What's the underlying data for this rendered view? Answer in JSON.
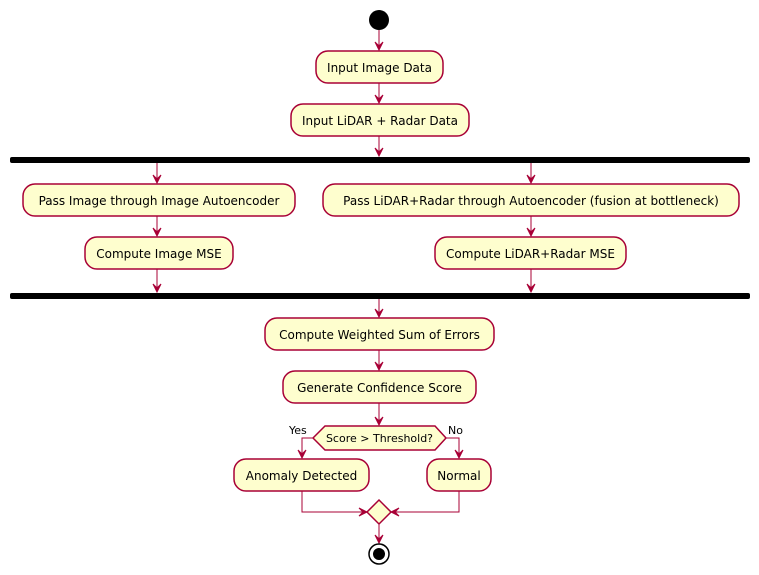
{
  "diagram": {
    "nodes": {
      "input_image": "Input Image Data",
      "input_lidar_radar": "Input LiDAR + Radar Data",
      "pass_image": "Pass Image through Image Autoencoder",
      "pass_lidar_radar": "Pass LiDAR+Radar through Autoencoder (fusion at bottleneck)",
      "image_mse": "Compute Image MSE",
      "lidar_radar_mse": "Compute LiDAR+Radar MSE",
      "weighted_sum": "Compute Weighted Sum of Errors",
      "confidence": "Generate Confidence Score",
      "decision": "Score > Threshold?",
      "anomaly": "Anomaly Detected",
      "normal": "Normal"
    },
    "branch_labels": {
      "yes": "Yes",
      "no": "No"
    }
  },
  "colors": {
    "node_fill": "#FEFECE",
    "node_stroke": "#A80036",
    "arrow": "#A80036",
    "bar": "#000000"
  }
}
